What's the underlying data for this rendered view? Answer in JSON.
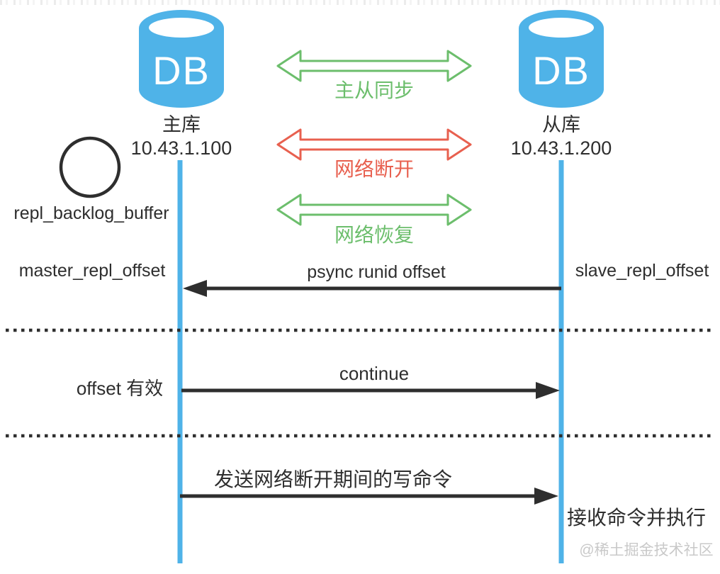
{
  "colors": {
    "node_blue": "#4FB3E8",
    "sync_green": "#6CBE6C",
    "broken_red": "#E8604F",
    "ink": "#2E2E2E",
    "watermark_gray": "#C9C9C9"
  },
  "master": {
    "db_label": "DB",
    "role": "主库",
    "ip": "10.43.1.100"
  },
  "slave": {
    "db_label": "DB",
    "role": "从库",
    "ip": "10.43.1.200"
  },
  "phases": [
    {
      "label": "主从同步"
    },
    {
      "label": "网络断开"
    },
    {
      "label": "网络恢复"
    }
  ],
  "annotations": {
    "buffer": "repl_backlog_buffer",
    "master_offset": "master_repl_offset",
    "slave_offset": "slave_repl_offset",
    "offset_valid": "offset 有效",
    "receive": "接收命令并执行"
  },
  "messages": [
    {
      "label": "psync runid offset"
    },
    {
      "label": "continue"
    },
    {
      "label": "发送网络断开期间的写命令"
    }
  ],
  "watermark": "@稀土掘金技术社区"
}
